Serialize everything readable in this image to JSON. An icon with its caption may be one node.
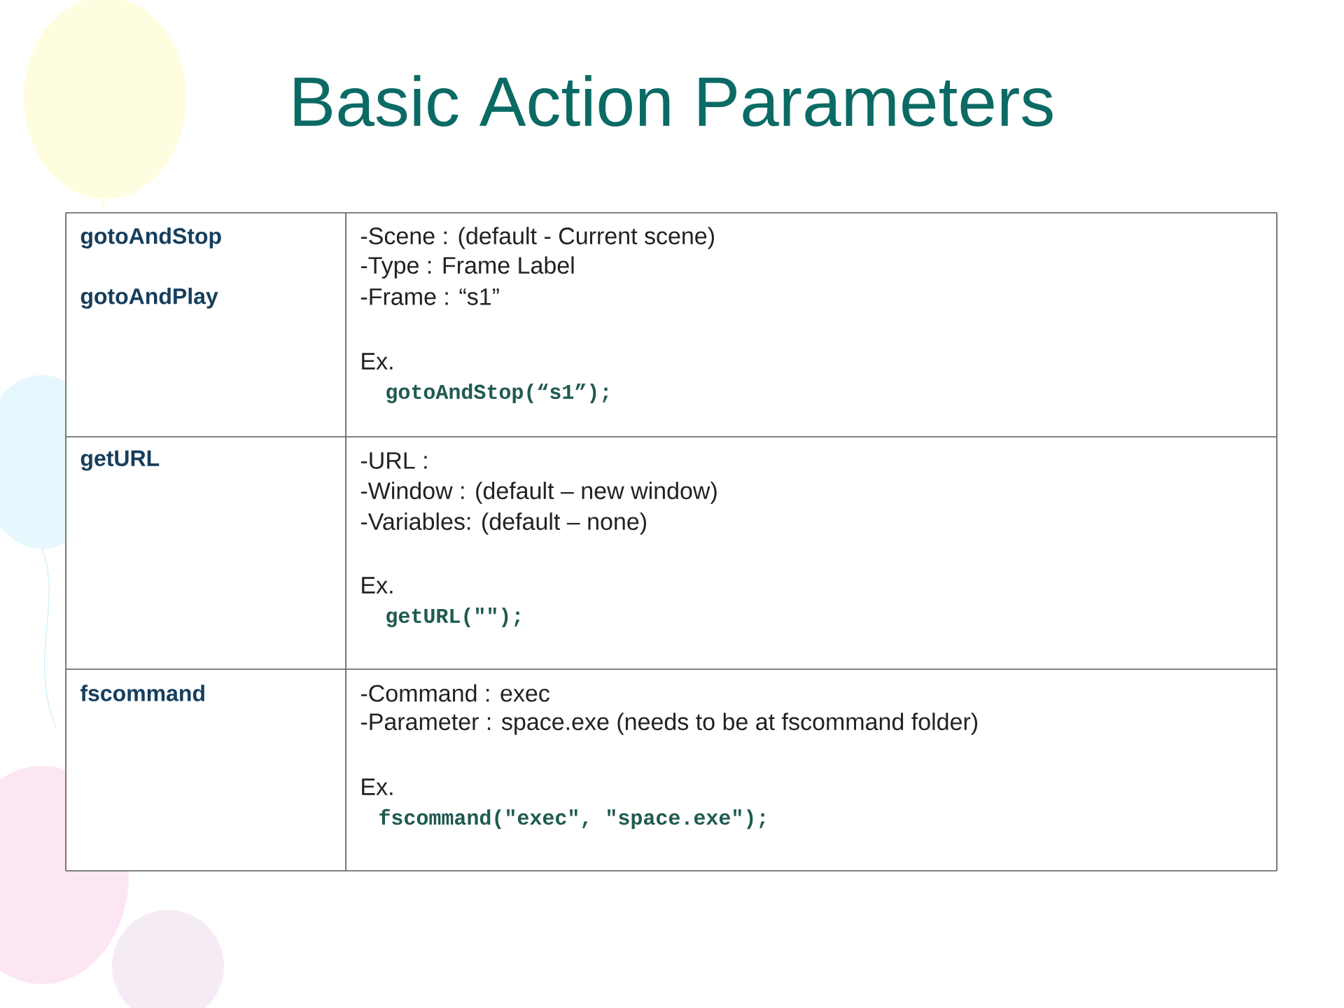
{
  "diagram": {
    "title": "Basic Action Parameters",
    "labels": [
      "gotoAndStop",
      "gotoAndPlay",
      "-Scene : (default - Current scene)",
      "-Type : Frame Label",
      "-Frame : “s1”",
      "Ex.",
      "gotoAndStop(“s1”);",
      "getURL",
      "-URL :",
      "-Window : (default – new window)",
      "-Variables: (default – none)",
      "Ex.",
      "getURL(\"\");",
      "fscommand",
      "-Command : exec",
      "-Parameter : space.exe (needs to be at fscommand folder)",
      "Ex.",
      "fscommand(\"exec\", \"space.exe\");"
    ]
  }
}
